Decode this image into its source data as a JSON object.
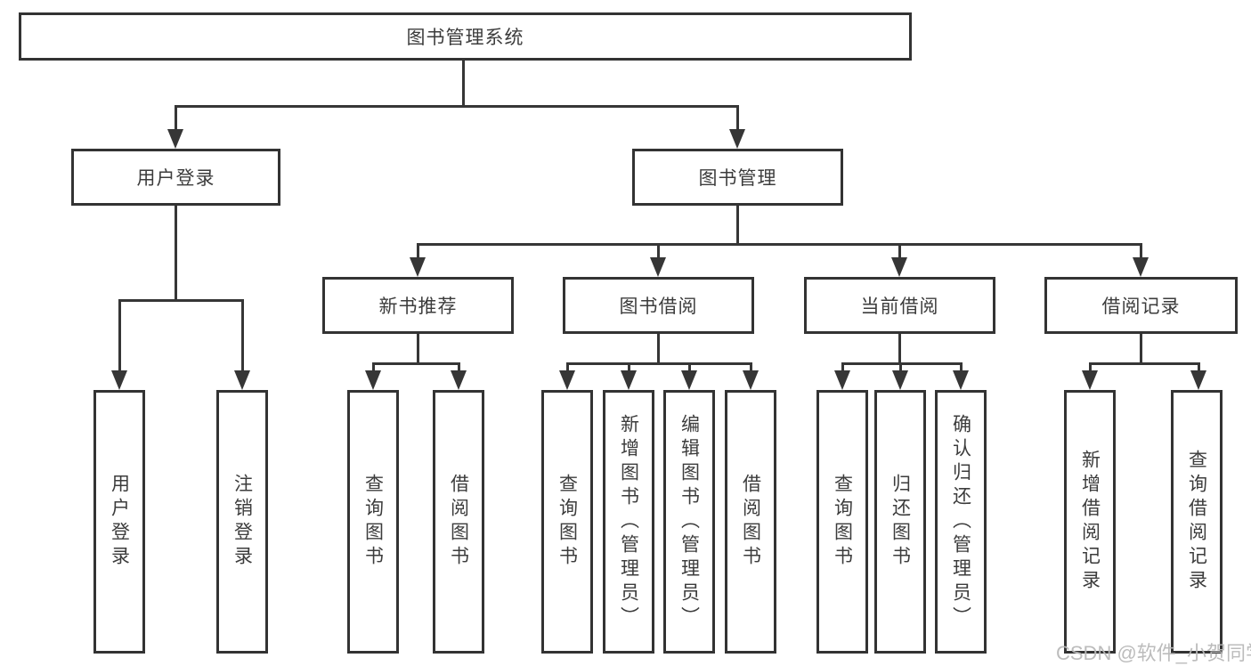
{
  "root": {
    "label": "图书管理系统"
  },
  "branches": [
    {
      "label": "用户登录",
      "children": [
        {
          "label": "用户登录"
        },
        {
          "label": "注销登录"
        }
      ]
    },
    {
      "label": "图书管理",
      "children": [
        {
          "label": "新书推荐",
          "children": [
            {
              "label": "查询图书"
            },
            {
              "label": "借阅图书"
            }
          ]
        },
        {
          "label": "图书借阅",
          "children": [
            {
              "label": "查询图书"
            },
            {
              "label": "新增图书（管理员）"
            },
            {
              "label": "编辑图书（管理员）"
            },
            {
              "label": "借阅图书"
            }
          ]
        },
        {
          "label": "当前借阅",
          "children": [
            {
              "label": "查询图书"
            },
            {
              "label": "归还图书"
            },
            {
              "label": "确认归还（管理员）"
            }
          ]
        },
        {
          "label": "借阅记录",
          "children": [
            {
              "label": "新增借阅记录"
            },
            {
              "label": "查询借阅记录"
            }
          ]
        }
      ]
    }
  ],
  "watermark": "CSDN @软件_小贺同学",
  "colors": {
    "line": "#363636",
    "box_border": "#333333",
    "text": "#3c3c3c",
    "watermark": "#b8b8b8",
    "background": "#ffffff"
  }
}
